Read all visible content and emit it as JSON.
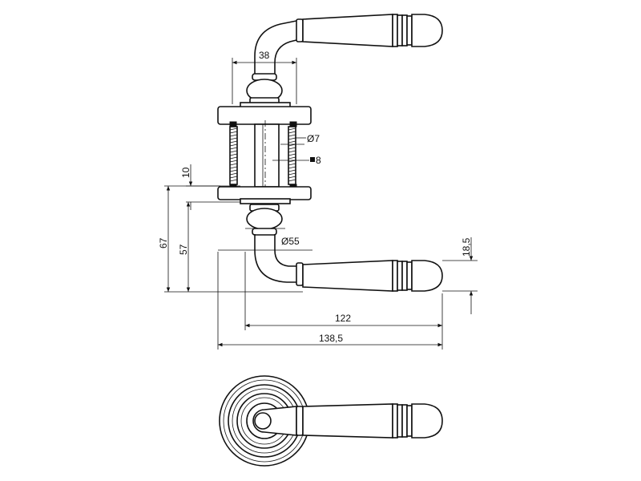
{
  "drawing": {
    "dimensions": {
      "spindle_distance": "38",
      "spindle_diameter": "Ø7",
      "square_spindle": "8",
      "rose_thickness": "10",
      "height_67": "67",
      "height_57": "57",
      "rose_diameter": "Ø55",
      "lever_width": "18,5",
      "lever_length_122": "122",
      "total_length": "138,5"
    }
  }
}
